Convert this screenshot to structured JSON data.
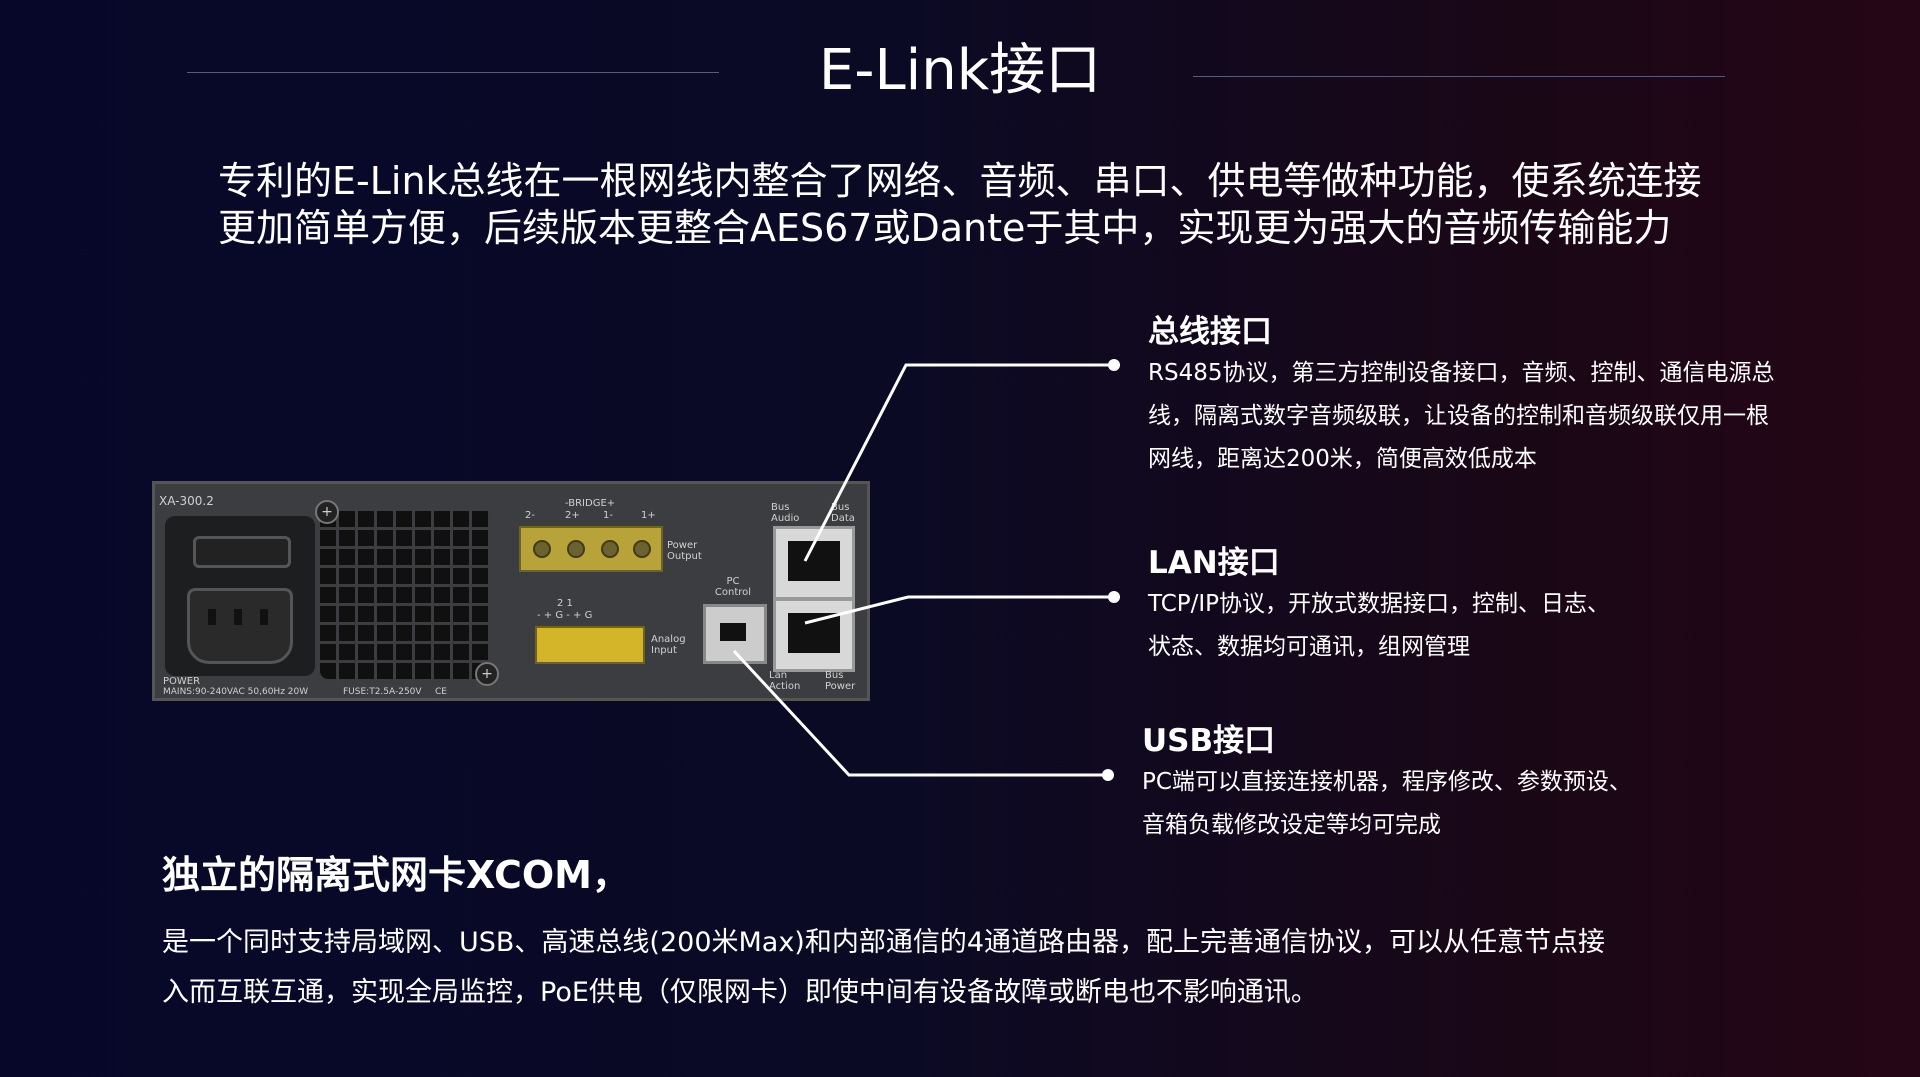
{
  "page": {
    "title": "E-Link接口",
    "intro": "专利的E-Link总线在一根网线内整合了网络、音频、串口、供电等做种功能，使系统连接更加简单方便，后续版本更整合AES67或Dante于其中，实现更为强大的音频传输能力"
  },
  "features": [
    {
      "title": "总线接口",
      "desc_lines": [
        "RS485协议，第三方控制设备接口，音频、控制、通信电源总",
        "线，隔离式数字音频级联，让设备的控制和音频级联仅用一根",
        "网线，距离达200米，简便高效低成本"
      ]
    },
    {
      "title": "LAN接口",
      "desc_lines": [
        "TCP/IP协议，开放式数据接口，控制、日志、",
        "状态、数据均可通讯，组网管理"
      ]
    },
    {
      "title": "USB接口",
      "desc_lines": [
        "PC端可以直接连接机器，程序修改、参数预设、",
        "音箱负载修改设定等均可完成"
      ]
    }
  ],
  "device": {
    "model": "XA-300.2",
    "power_label": "POWER",
    "mains_label": "MAINS:90-240VAC 50,60Hz 20W",
    "fuse_label": "FUSE:T2.5A-250V",
    "ce_label": "CE",
    "bridge_label": "-BRIDGE+",
    "bridge_pins": [
      "2-",
      "2+",
      "1-",
      "1+"
    ],
    "power_output_label": "Power Output",
    "analog_label": "Analog Input",
    "analog_pins": "2 1",
    "analog_pin_signs": "- + G - + G",
    "pc_control_label": "PC Control",
    "bus_audio_label": "Bus Audio",
    "bus_data_label": "Bus Data",
    "lan_action_label": "Lan Action",
    "bus_power_label": "Bus Power"
  },
  "bottom": {
    "title": "独立的隔离式网卡XCOM，",
    "desc_lines": [
      "是一个同时支持局域网、USB、高速总线(200米Max)和内部通信的4通道路由器，配上完善通信协议，可以从任意节点接",
      "入而互联互通，实现全局监控，PoE供电（仅限网卡）即使中间有设备故障或断电也不影响通讯。"
    ]
  }
}
